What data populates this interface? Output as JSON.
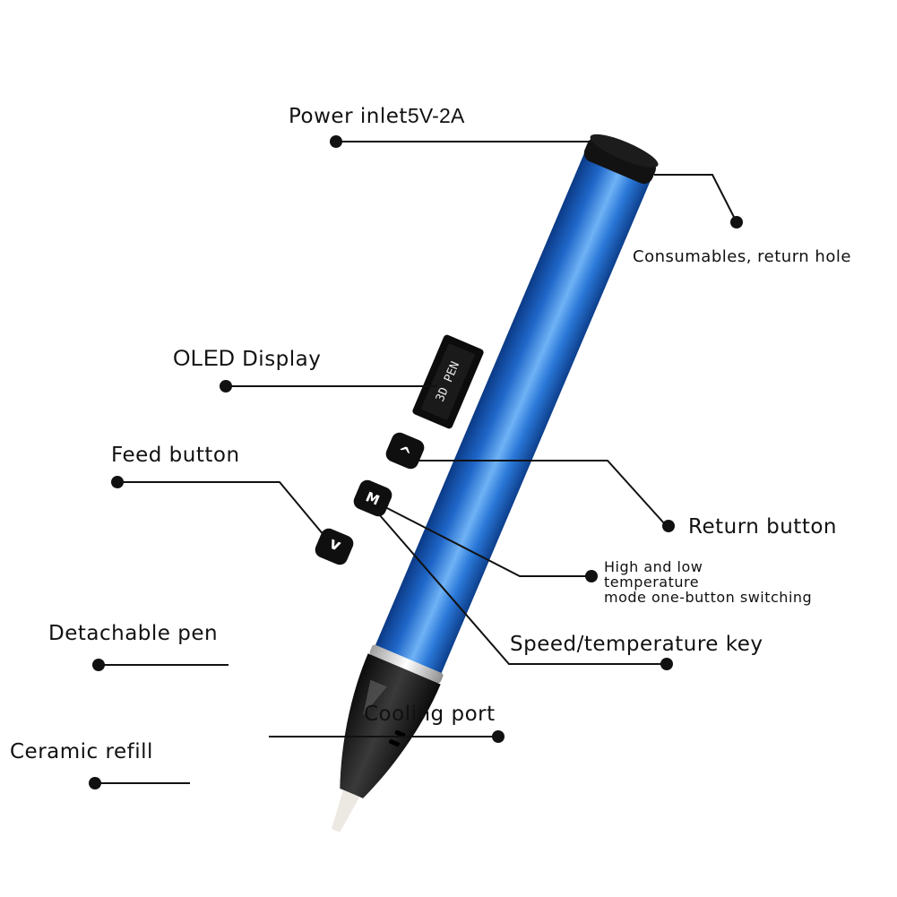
{
  "labels": {
    "power_inlet": "Power inlet",
    "power_spec": "5V-2A",
    "consumables": "Consumables, return hole",
    "oled_a": "OLED",
    "oled_b": " Display",
    "feed": "Feed button",
    "return": "Return button",
    "mode_line1": "High and low",
    "mode_line2": "temperature",
    "mode_line3": "mode one-button switching",
    "speed": "Speed/temperature key",
    "detachable": "Detachable pen",
    "cooling": "Cooling port",
    "ceramic": "Ceramic refill"
  },
  "device": {
    "screen_text": "3D PEN",
    "button_up": "^",
    "button_m": "M",
    "button_down": "v"
  },
  "colors": {
    "body": "#1f67c9",
    "body_light": "#5aa2ef",
    "body_dark": "#0d3f8c",
    "nozzle": "#1b1b1b",
    "callout": "#111111"
  }
}
